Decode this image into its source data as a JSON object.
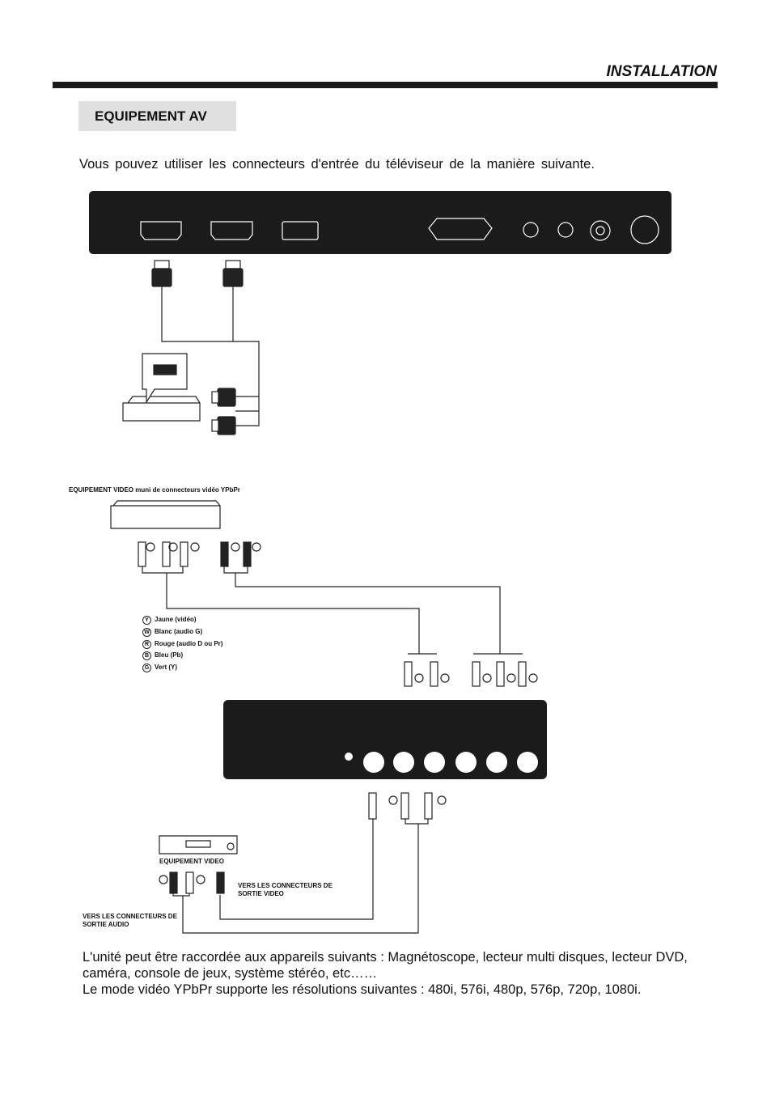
{
  "header": {
    "title": "INSTALLATION"
  },
  "section": {
    "title": "EQUIPEMENT AV"
  },
  "intro": "Vous pouvez utiliser les connecteurs d'entrée du téléviseur de la manière suivante.",
  "diagram": {
    "ypbpr_device_label": "EQUIPEMENT VIDEO muni de connecteurs vidéo YPbPr",
    "legend": [
      {
        "symbol": "Y",
        "label": "Jaune (vidéo)"
      },
      {
        "symbol": "W",
        "label": "Blanc (audio G)"
      },
      {
        "symbol": "R",
        "label": "Rouge (audio D ou Pr)"
      },
      {
        "symbol": "B",
        "label": "Bleu (Pb)"
      },
      {
        "symbol": "G",
        "label": "Vert (Y)"
      }
    ],
    "video_device_label": "EQUIPEMENT VIDEO",
    "video_out_label": "VERS LES CONNECTEURS DE SORTIE VIDEO",
    "audio_out_label": "VERS LES CONNECTEURS DE SORTIE AUDIO"
  },
  "bottom": {
    "line1": "L'unité peut être raccordée aux appareils suivants : Magnétoscope, lecteur multi disques, lecteur DVD, caméra, console de jeux, système stéréo, etc……",
    "line2": "Le mode vidéo YPbPr supporte les résolutions suivantes : 480i, 576i, 480p, 576p, 720p, 1080i."
  }
}
